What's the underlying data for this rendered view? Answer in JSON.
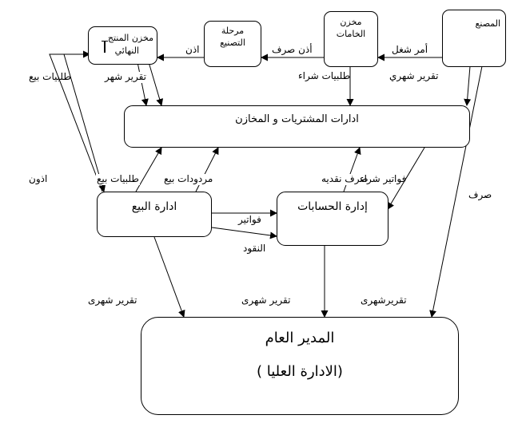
{
  "boxes": {
    "factory": "المصنع",
    "raw_store": {
      "line1": "مخزن",
      "line2": "الخامات"
    },
    "manufacturing": {
      "line1": "مرحلة",
      "line2": "التصنيع"
    },
    "finished_store": {
      "line1": "مخزن المنتج",
      "line2": "النهائي"
    },
    "purchasing": "ادارات المشتريات و المخازن",
    "sales": "ادارة البيع",
    "accounts": "إدارة الحسابات",
    "gm": {
      "line1": "المدير العام",
      "line2": "(الادارة العليا )"
    }
  },
  "labels": {
    "work_order": "أمر شغل",
    "dispatch_permit": "أذن صرف",
    "permit": "اذن",
    "monthly_report_top": "تقرير شهري",
    "purchase_requests": "طلبيات شراء",
    "monthly_report_finished": "تقرير شهر",
    "sales_requests_left": "طلبيات بيع",
    "permits_left": "اذون",
    "sales_requests_mid": "طلبيات بيع",
    "sales_returns": "مردودات بيع",
    "cash_payment": "صرف نقديه",
    "purchase_invoices": "فواتير شراء",
    "dispatch_right": "صرف",
    "invoices": "فواتير",
    "cash": "النقود",
    "report_gm_left": "تقرير شهرى",
    "report_gm_mid": "تقرير شهرى",
    "report_gm_right": "تقريرشهرى"
  }
}
